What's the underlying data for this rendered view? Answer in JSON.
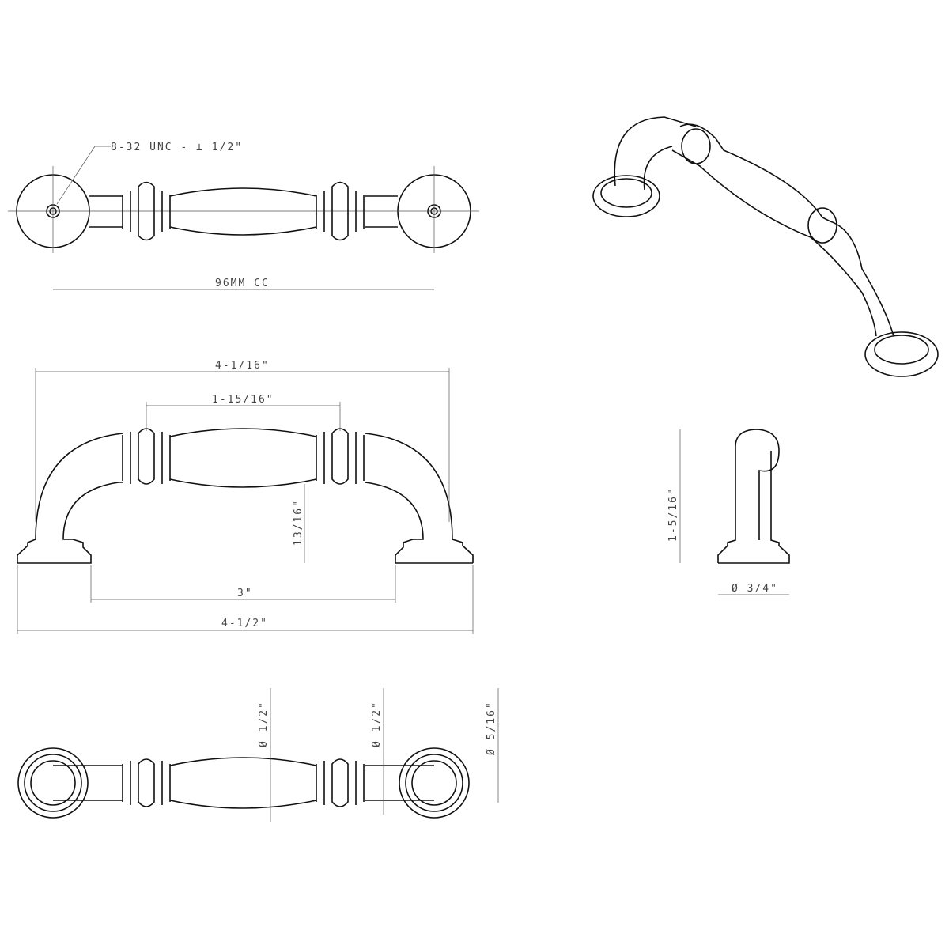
{
  "title": "Cabinet pull technical drawing",
  "line_color": "#111111",
  "dimension_color": "#555555",
  "top_view": {
    "thread_note": "8-32 UNC - ⊥ 1/2\"",
    "center_to_center": "96MM CC"
  },
  "front_view": {
    "overall_top": "4-1/16\"",
    "barrel_length": "1-15/16\"",
    "clearance": "13/16\"",
    "inner_span": "3\"",
    "overall_length": "4-1/2\""
  },
  "side_view": {
    "height": "1-5/16\"",
    "base_diameter": "Ø 3/4\""
  },
  "bottom_view": {
    "barrel_diameter": "Ø 1/2\"",
    "collar_diameter": "Ø 1/2\"",
    "leg_diameter": "Ø 5/16\""
  }
}
